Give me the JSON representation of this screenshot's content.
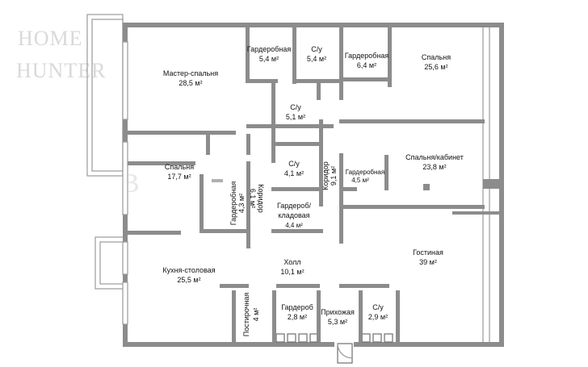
{
  "watermark": {
    "line1": "HOME",
    "line2": "HUNTER",
    "center_mark": "B"
  },
  "rooms": {
    "master_bedroom": {
      "name": "Мастер-спальня",
      "area": "28,5 м²"
    },
    "wardrobe_1": {
      "name": "Гардеробная",
      "area": "5,4 м²"
    },
    "bathroom_1": {
      "name": "С/у",
      "area": "5,4 м²"
    },
    "wardrobe_2": {
      "name": "Гардеробная",
      "area": "6,4 м²"
    },
    "bedroom_1": {
      "name": "Спальня",
      "area": "25,6 м²"
    },
    "bathroom_2": {
      "name": "С/у",
      "area": "5,1 м²"
    },
    "bedroom_2": {
      "name": "Спальня",
      "area": "17,7 м²"
    },
    "bathroom_3": {
      "name": "С/у",
      "area": "4,1 м²"
    },
    "corridor_1": {
      "name": "Коридор",
      "area": "6,1 м²"
    },
    "wardrobe_3": {
      "name": "Гардеробная",
      "area": "4,3 м²"
    },
    "storage": {
      "name": "Гардероб/ кладовая",
      "name_line1": "Гардероб/",
      "name_line2": "кладовая",
      "area": "4,4 м²"
    },
    "corridor_2": {
      "name": "Коридор",
      "area": "9,1 м²"
    },
    "wardrobe_4": {
      "name": "Гардеробная",
      "area": "4,5 м²"
    },
    "bedroom_office": {
      "name": "Спальня/кабинет",
      "area": "23,8 м²"
    },
    "living_room": {
      "name": "Гостиная",
      "area": "39 м²"
    },
    "kitchen": {
      "name": "Кухня-столовая",
      "area": "25,5 м²"
    },
    "hall": {
      "name": "Холл",
      "area": "10,1 м²"
    },
    "laundry": {
      "name": "Постирочная",
      "area": "4 м²"
    },
    "wardrobe_5": {
      "name": "Гардероб",
      "area": "2,8 м²"
    },
    "entrance": {
      "name": "Прихожая",
      "area": "5,3 м²"
    },
    "bathroom_4": {
      "name": "С/у",
      "area": "2,9 м²"
    }
  }
}
